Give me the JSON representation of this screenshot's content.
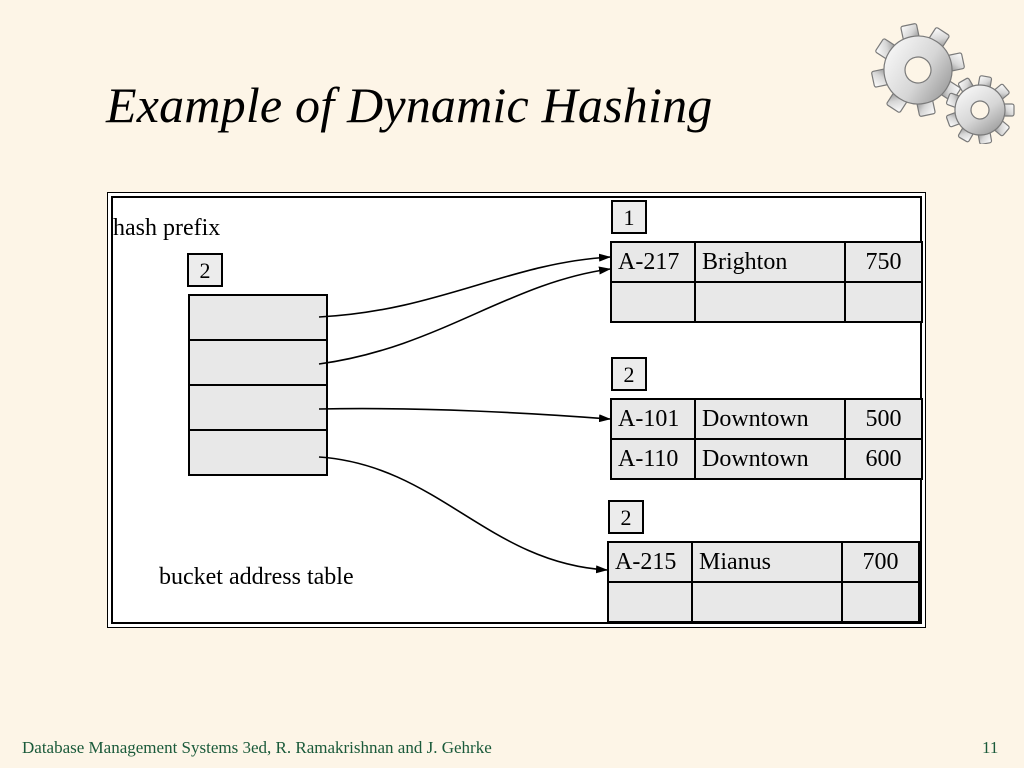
{
  "slide": {
    "title": "Example of Dynamic Hashing",
    "gear_icon": "gears-icon"
  },
  "diagram": {
    "hash_prefix_label": "hash prefix",
    "hash_prefix_depth": "2",
    "bucket_address_table_label": "bucket address table",
    "directory_entries": 4,
    "buckets": [
      {
        "local_depth": "1",
        "rows": [
          {
            "account": "A-217",
            "branch": "Brighton",
            "balance": "750"
          },
          {
            "account": "",
            "branch": "",
            "balance": ""
          }
        ]
      },
      {
        "local_depth": "2",
        "rows": [
          {
            "account": "A-101",
            "branch": "Downtown",
            "balance": "500"
          },
          {
            "account": "A-110",
            "branch": "Downtown",
            "balance": "600"
          }
        ]
      },
      {
        "local_depth": "2",
        "rows": [
          {
            "account": "A-215",
            "branch": "Mianus",
            "balance": "700"
          },
          {
            "account": "",
            "branch": "",
            "balance": ""
          }
        ]
      }
    ],
    "pointers": [
      {
        "from_entry": 0,
        "to_bucket": 0
      },
      {
        "from_entry": 1,
        "to_bucket": 0
      },
      {
        "from_entry": 2,
        "to_bucket": 1
      },
      {
        "from_entry": 3,
        "to_bucket": 2
      }
    ]
  },
  "footer": {
    "citation": "Database Management Systems 3ed,  R. Ramakrishnan and J. Gehrke",
    "page_number": "11"
  }
}
